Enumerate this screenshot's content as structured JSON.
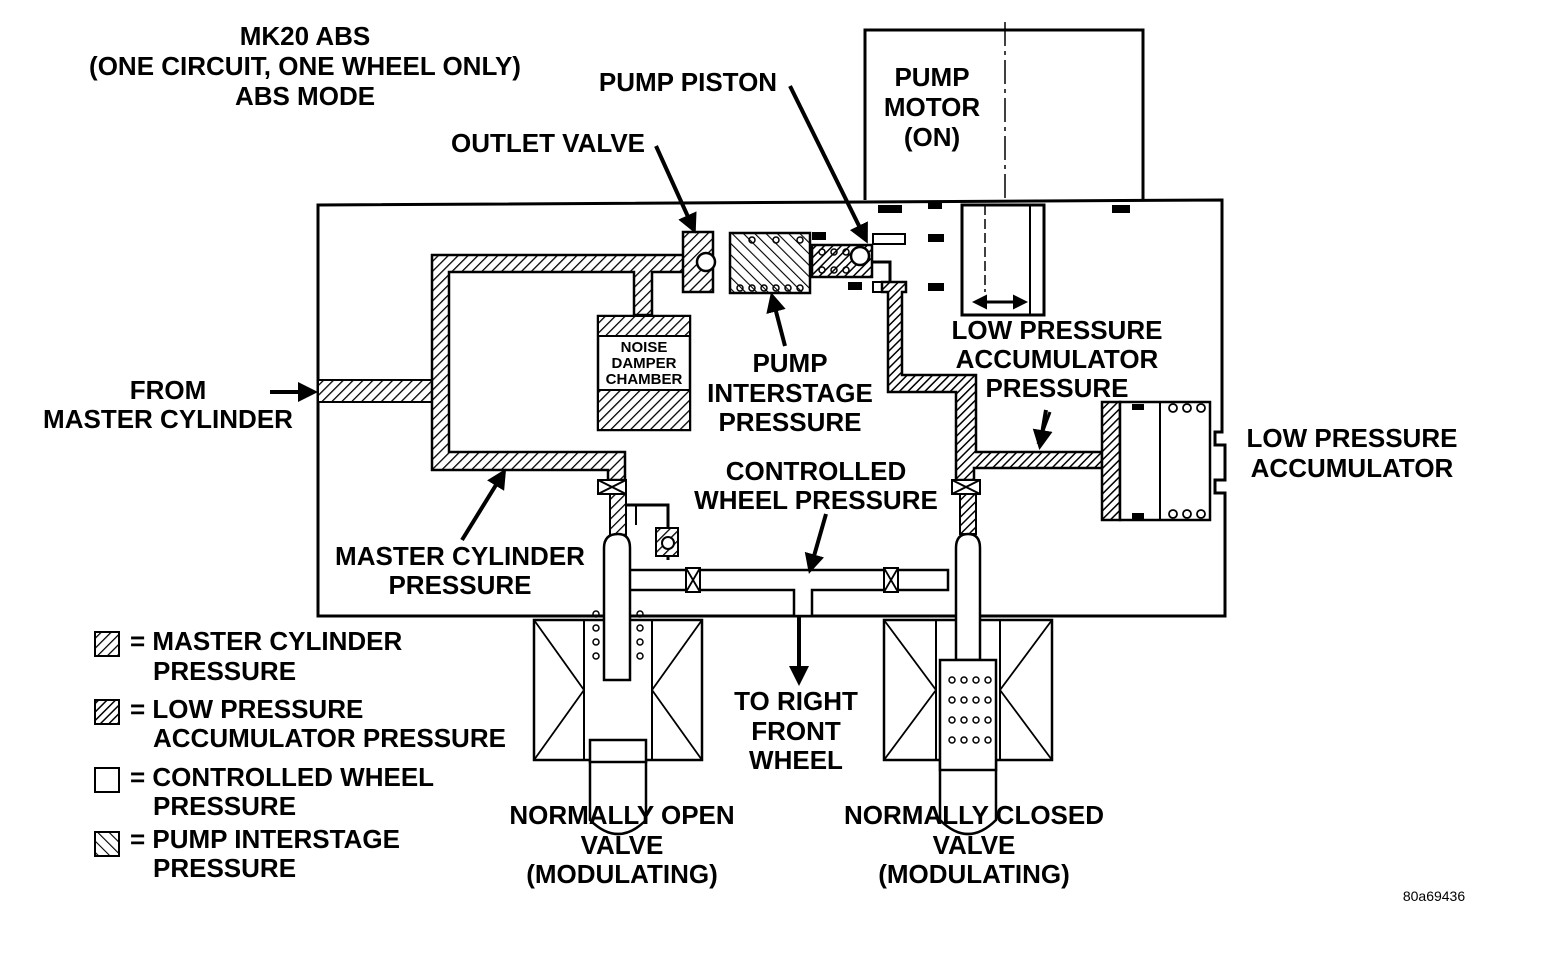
{
  "title": {
    "line1": "MK20 ABS",
    "line2": "(ONE CIRCUIT, ONE WHEEL ONLY)",
    "line3": "ABS MODE"
  },
  "labels": {
    "pump_piston": "PUMP PISTON",
    "pump_motor_1": "PUMP",
    "pump_motor_2": "MOTOR",
    "pump_motor_3": "(ON)",
    "outlet_valve": "OUTLET VALVE",
    "noise_damper_1": "NOISE",
    "noise_damper_2": "DAMPER",
    "noise_damper_3": "CHAMBER",
    "pump_interstage_1": "PUMP",
    "pump_interstage_2": "INTERSTAGE",
    "pump_interstage_3": "PRESSURE",
    "lpa_pressure_1": "LOW PRESSURE",
    "lpa_pressure_2": "ACCUMULATOR",
    "lpa_pressure_3": "PRESSURE",
    "lpa_1": "LOW PRESSURE",
    "lpa_2": "ACCUMULATOR",
    "from_mc_1": "FROM",
    "from_mc_2": "MASTER CYLINDER",
    "controlled_1": "CONTROLLED",
    "controlled_2": "WHEEL PRESSURE",
    "mc_pressure_1": "MASTER CYLINDER",
    "mc_pressure_2": "PRESSURE",
    "to_wheel_1": "TO RIGHT",
    "to_wheel_2": "FRONT",
    "to_wheel_3": "WHEEL",
    "no_valve_1": "NORMALLY OPEN",
    "no_valve_2": "VALVE",
    "no_valve_3": "(MODULATING)",
    "nc_valve_1": "NORMALLY CLOSED",
    "nc_valve_2": "VALVE",
    "nc_valve_3": "(MODULATING)"
  },
  "legend": [
    {
      "line1": "= MASTER CYLINDER",
      "line2": "PRESSURE"
    },
    {
      "line1": "= LOW PRESSURE",
      "line2": "ACCUMULATOR PRESSURE"
    },
    {
      "line1": "= CONTROLLED WHEEL",
      "line2": "PRESSURE"
    },
    {
      "line1": "= PUMP INTERSTAGE",
      "line2": "PRESSURE"
    }
  ],
  "figure_code": "80a69436"
}
